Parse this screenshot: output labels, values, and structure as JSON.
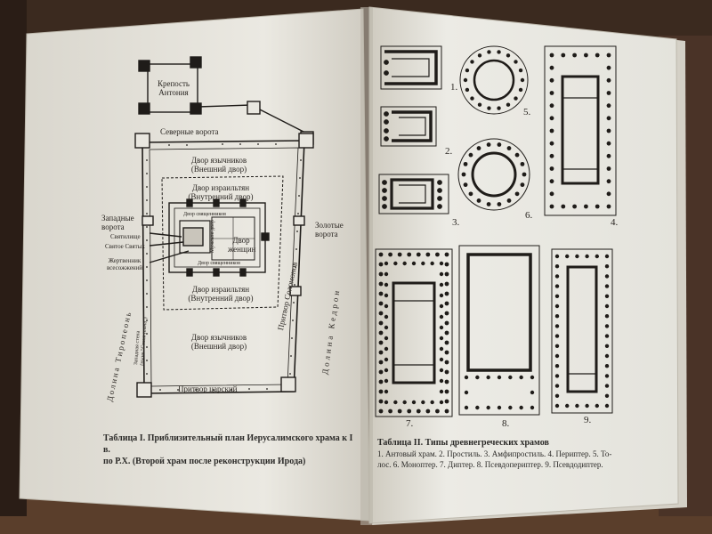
{
  "left_page": {
    "labels": {
      "fortress": "Крепость",
      "fortress2": "Антония",
      "north_gate": "Северные ворота",
      "gentiles_top": "Двор язычников",
      "outer_top": "(Внешний двор)",
      "israel_top": "Двор израильтян",
      "inner_top": "(Внутренний двор)",
      "priests_court": "Двор священников",
      "sanctuary": "Святилище",
      "holy_of_holies": "Святое Святых",
      "altar1": "Жертвенник",
      "altar2": "всесожжений",
      "west_gate1": "Западные",
      "west_gate2": "ворота",
      "women_court1": "Двор",
      "women_court2": "женщин",
      "men_court": "Мужской двор",
      "priests_court_small": "Двор священников",
      "israel_bottom": "Двор израильтян",
      "inner_bottom": "(Внутренний двор)",
      "gentiles_bottom": "Двор язычников",
      "outer_bottom": "(Внешний двор)",
      "royal_porch": "Притвор царский",
      "solomon_porch": "Притвор Соломонов",
      "golden_gate1": "Золотые",
      "golden_gate2": "ворота",
      "western_wall1": "Западная стена",
      "western_wall2": "(ныне \"Стена плача\")",
      "tyropoeon": "Долина Тиропеонь",
      "kidron": "Долина Кедрон"
    },
    "caption_line1": "Таблица I. Приблизительный план Иерусалимского храма к I в.",
    "caption_line2": "по Р.Х. (Второй храм после реконструкции Ирода)"
  },
  "right_page": {
    "numbers": [
      "1.",
      "2.",
      "3.",
      "4.",
      "5.",
      "6.",
      "7.",
      "8.",
      "9."
    ],
    "caption_title": "Таблица II. Типы древнегреческих храмов",
    "caption_line1": "1. Антовый храм. 2. Простиль. 3. Амфипростиль. 4. Периптер. 5. То-",
    "caption_line2": "лос. 6. Моноптер. 7. Диптер. 8. Псевдопериптер. 9. Псевдодиптер."
  },
  "colors": {
    "background": "#3a2a20",
    "page": "#e9e7e0",
    "ink": "#2a2622"
  }
}
